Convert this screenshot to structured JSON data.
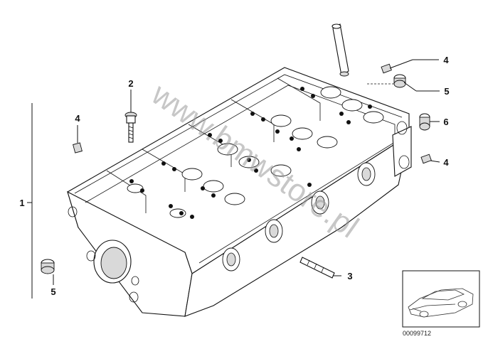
{
  "diagram": {
    "callouts": {
      "c1": "1",
      "c2": "2",
      "c3": "3",
      "c4a": "4",
      "c4b": "4",
      "c4c": "4",
      "c5a": "5",
      "c5b": "5",
      "c6": "6"
    },
    "watermark": "www.bmwstore.pl",
    "thumbnail_ref": "00099712"
  }
}
